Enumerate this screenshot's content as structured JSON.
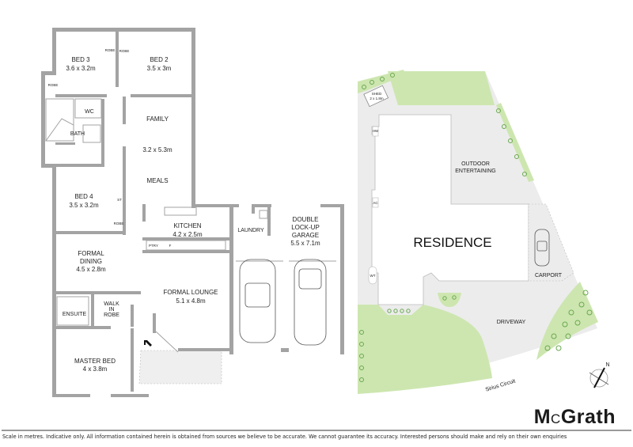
{
  "floor_plan": {
    "rooms": [
      {
        "name": "BED 3",
        "size": "3.6 x 3.2m"
      },
      {
        "name": "BED 2",
        "size": "3.5 x 3m"
      },
      {
        "name": "FAMILY",
        "size": "3.2 x 5.3m"
      },
      {
        "name": "MEALS",
        "size": ""
      },
      {
        "name": "BED 4",
        "size": "3.5 x 3.2m"
      },
      {
        "name": "KITCHEN",
        "size": "4.2 x 2.5m"
      },
      {
        "name": "FORMAL",
        "name2": "DINING",
        "size": "4.5 x 2.8m"
      },
      {
        "name": "FORMAL LOUNGE",
        "size": "5.1 x 4.8m"
      },
      {
        "name": "MASTER BED",
        "size": "4 x 3.8m"
      },
      {
        "name": "DOUBLE",
        "name2": "LOCK-UP",
        "name3": "GARAGE",
        "size": "5.5 x 7.1m"
      }
    ],
    "small_labels": {
      "robe": "ROBE",
      "wc": "WC",
      "bath": "BATH",
      "st": "ST",
      "laundry": "LAUNDRY",
      "ptry": "PTRY",
      "fridge": "F",
      "ensuite": "ENSUITE",
      "walk_in_robe_1": "WALK",
      "walk_in_robe_2": "IN",
      "walk_in_robe_3": "ROBE"
    }
  },
  "site_plan": {
    "residence": "RESIDENCE",
    "shed": "SHED",
    "shed_size": "2 x 1.8m",
    "outdoor_1": "OUTDOOR",
    "outdoor_2": "ENTERTAINING",
    "carport": "CARPORT",
    "driveway": "DRIVEWAY",
    "street": "Sirius Circuit",
    "hw": "HW",
    "ac": "AC",
    "wt": "WT",
    "north": "N"
  },
  "colors": {
    "wall": "#a3a3a3",
    "lawn": "#cde6b0",
    "paving": "#ececec"
  },
  "footer": {
    "brand_m": "M",
    "brand_c": "C",
    "brand_rest": "Grath",
    "disclaimer": "Scale in metres. Indicative only. All information contained herein is obtained from sources we believe to be accurate. We cannot guarantee its accuracy. Interested persons should make and rely on their own enquiries"
  }
}
